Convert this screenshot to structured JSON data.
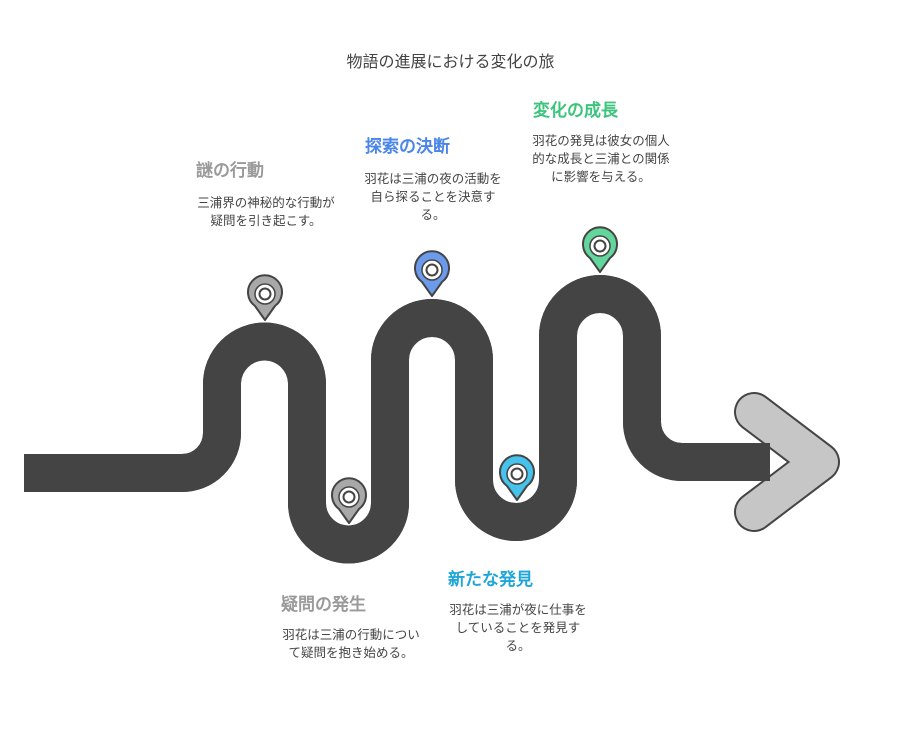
{
  "title": "物語の進展における変化の旅",
  "colors": {
    "gray": "#9a9a9a",
    "blue": "#4a86e8",
    "green": "#3cc47c",
    "cyan": "#1fa6d8",
    "road": "#cccccc",
    "outline": "#444444"
  },
  "steps": [
    {
      "heading": "謎の行動",
      "text": "三浦界の神秘的な行動が疑問を引き起こす。",
      "icon": "map-pin-icon"
    },
    {
      "heading": "疑問の発生",
      "text": "羽花は三浦の行動について疑問を抱き始める。",
      "icon": "map-pin-icon"
    },
    {
      "heading": "探索の決断",
      "text": "羽花は三浦の夜の活動を自ら探ることを決意する。",
      "icon": "map-pin-icon"
    },
    {
      "heading": "新たな発見",
      "text": "羽花は三浦が夜に仕事をしていることを発見する。",
      "icon": "map-pin-icon"
    },
    {
      "heading": "変化の成長",
      "text": "羽花の発見は彼女の個人的な成長と三浦との関係に影響を与える。",
      "icon": "map-pin-icon"
    }
  ]
}
